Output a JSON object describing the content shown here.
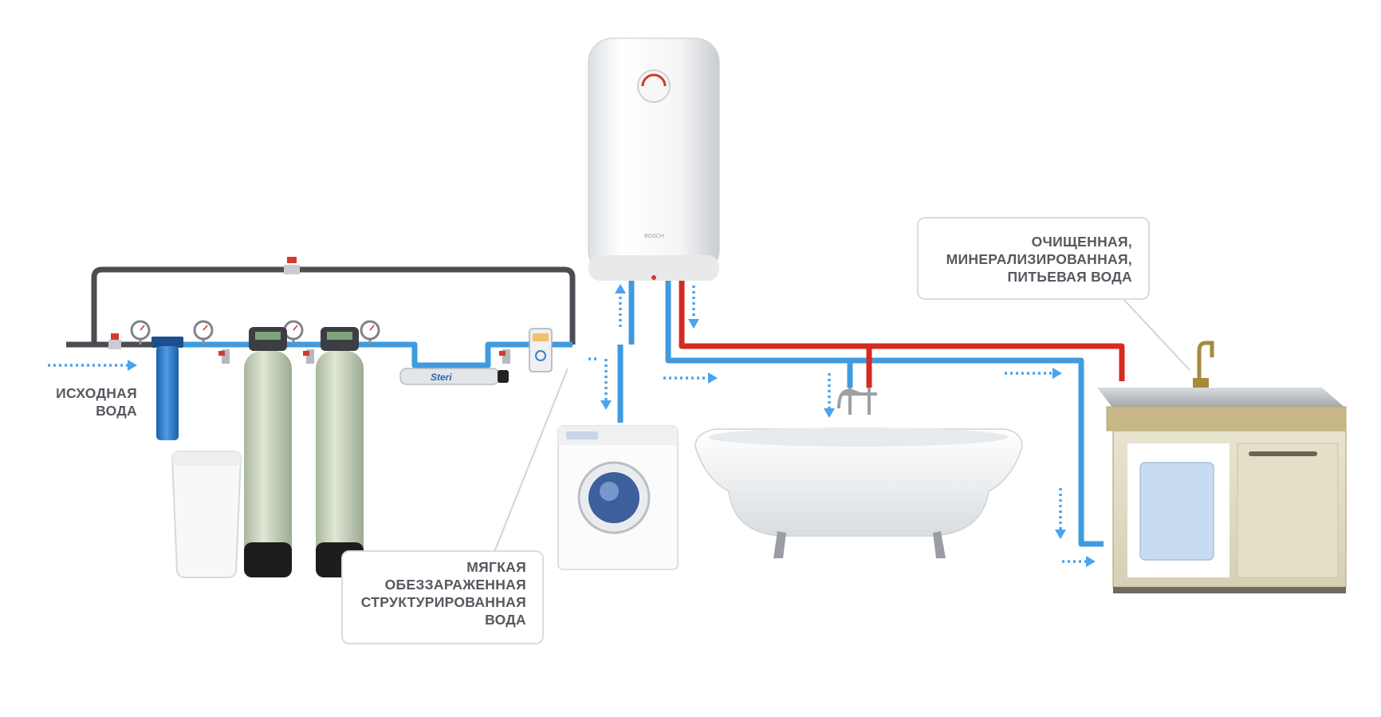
{
  "labels": {
    "source_water": [
      "ИСХОДНАЯ",
      "ВОДА"
    ],
    "soft_water": [
      "МЯГКАЯ",
      "ОБЕЗЗАРАЖЕННАЯ",
      "СТРУКТУРИРОВАННАЯ",
      "ВОДА"
    ],
    "drinking_water": [
      "ОЧИЩЕННАЯ,",
      "МИНЕРАЛИЗИРОВАННАЯ,",
      "ПИТЬЕВАЯ ВОДА"
    ]
  },
  "equipment_text": {
    "heater_brand": "BOSCH",
    "uv_brand": "Steri"
  },
  "colors": {
    "cold_pipe": "#3f9be0",
    "hot_pipe": "#d42b1f",
    "bypass_pipe": "#4a4d52",
    "flow_arrow": "#4aa3ee",
    "filter_blue": "#2f7fce",
    "text": "#555a60"
  },
  "icons": [
    "flow-arrow-icon",
    "pressure-gauge-icon",
    "ball-valve-icon",
    "faucet-icon"
  ]
}
